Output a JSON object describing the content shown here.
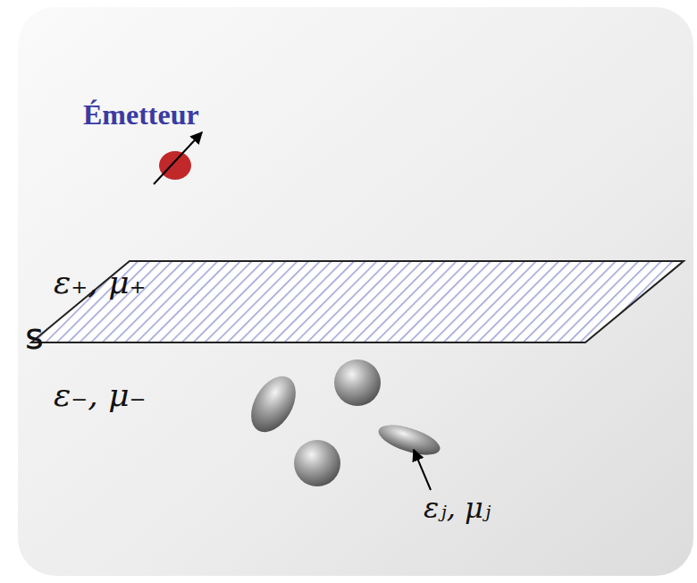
{
  "diagram": {
    "labels": [
      "Émetteur",
      "ε₊, μ₊",
      "s",
      "ε₋, μ₋",
      "εⱼ, μⱼ"
    ]
  }
}
